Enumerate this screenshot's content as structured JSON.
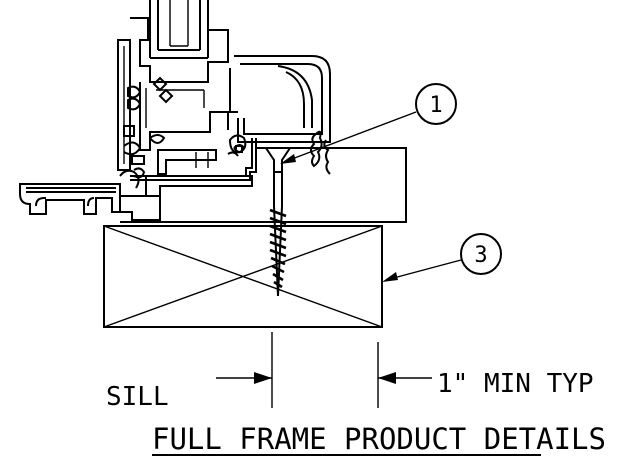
{
  "drawing": {
    "title": "FULL FRAME PRODUCT DETAILS",
    "sill_label": "SILL",
    "dimension_label": "1\" MIN TYP",
    "callouts": [
      "1",
      "3"
    ]
  },
  "colors": {
    "ink": "#000000",
    "paper": "#ffffff"
  }
}
